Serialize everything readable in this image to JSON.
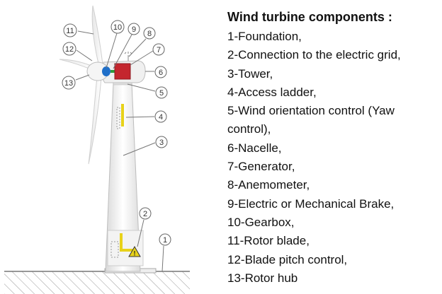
{
  "legend": {
    "title": "Wind turbine components :",
    "items": [
      {
        "label": "1-Foundation,"
      },
      {
        "label": "2-Connection to the electric grid,"
      },
      {
        "label": "3-Tower,"
      },
      {
        "label": "4-Access ladder,"
      },
      {
        "label": "5-Wind orientation control (Yaw"
      },
      {
        "label": "control),"
      },
      {
        "label": "6-Nacelle,"
      },
      {
        "label": "7-Generator,"
      },
      {
        "label": "8-Anemometer,"
      },
      {
        "label": "9-Electric or Mechanical Brake,"
      },
      {
        "label": "10-Gearbox,"
      },
      {
        "label": "11-Rotor blade,"
      },
      {
        "label": "12-Blade pitch control,"
      },
      {
        "label": "13-Rotor hub"
      }
    ]
  },
  "callouts": [
    {
      "number": "1"
    },
    {
      "number": "2"
    },
    {
      "number": "3"
    },
    {
      "number": "4"
    },
    {
      "number": "5"
    },
    {
      "number": "6"
    },
    {
      "number": "7"
    },
    {
      "number": "8"
    },
    {
      "number": "9"
    },
    {
      "number": "10"
    },
    {
      "number": "11"
    },
    {
      "number": "12"
    },
    {
      "number": "13"
    }
  ],
  "colors": {
    "generator": "#c4262e",
    "gearbox": "#1f6fc9",
    "ladder": "#e8d21a",
    "hatch": "#9a9a9a",
    "outline": "#555555"
  },
  "icons": {
    "warning": "warning-triangle-icon",
    "anemometer": "anemometer-icon"
  }
}
